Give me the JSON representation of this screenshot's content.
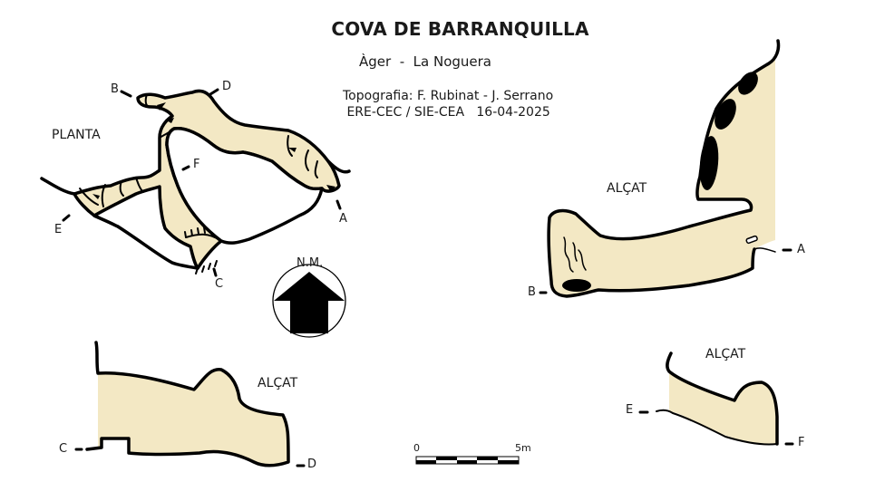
{
  "header": {
    "title": "COVA DE BARRANQUILLA",
    "location": "Àger  -  La Noguera",
    "survey_credit": "Topografia: F. Rubinat - J. Serrano",
    "groups_date": " ERE-CEC / SIE-CEA   16-04-2025"
  },
  "plan": {
    "label": "PLANTA",
    "points": {
      "a": "A",
      "b": "B",
      "c": "C",
      "d": "D",
      "e": "E",
      "f": "F"
    }
  },
  "north_arrow": {
    "label": "N.M."
  },
  "section_ab": {
    "label": "ALÇAT",
    "start": "B",
    "end": "A"
  },
  "section_cd": {
    "label": "ALÇAT",
    "start": "C",
    "end": "D"
  },
  "section_ef": {
    "label": "ALÇAT",
    "start": "E",
    "end": "F"
  },
  "scale_bar": {
    "min_label": "0",
    "max_label": "5m"
  },
  "colors": {
    "cave_fill": "#F3E8C4",
    "outline": "#000000",
    "background": "#FFFFFF"
  }
}
